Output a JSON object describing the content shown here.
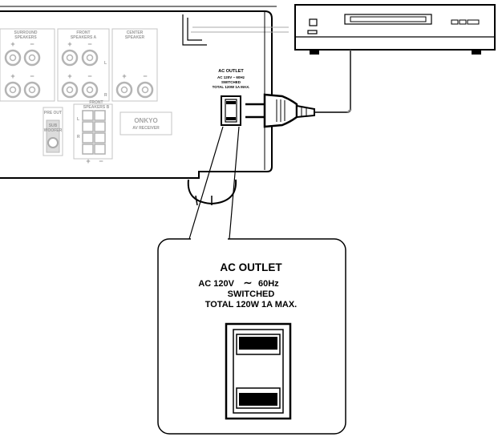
{
  "receiver": {
    "terminals": {
      "surround_label": [
        "SURROUND",
        "SPEAKERS"
      ],
      "front_a_label": [
        "FRONT",
        "SPEAKERS A"
      ],
      "center_label": [
        "CENTER",
        "SPEAKER"
      ],
      "front_b_label": [
        "FRONT",
        "SPEAKERS B"
      ],
      "pre_out_label": "PRE OUT",
      "subwoofer_label": [
        "SUB",
        "WOOFER"
      ],
      "plus": "+",
      "minus": "−",
      "left_mark": "L",
      "right_mark": "R"
    },
    "brand_plate": {
      "logo": "ONKYO",
      "model": "AV RECEIVER"
    },
    "outlet_label": {
      "title": "AC OUTLET",
      "line1": "AC 120V ~ 60Hz",
      "line2": "SWITCHED",
      "line3": "TOTAL 120W 1A MAX."
    }
  },
  "callout": {
    "title": "AC OUTLET",
    "line1": "AC 120V",
    "line1b": "60Hz",
    "line2": "SWITCHED",
    "line3": "TOTAL 120W  1A  MAX."
  }
}
